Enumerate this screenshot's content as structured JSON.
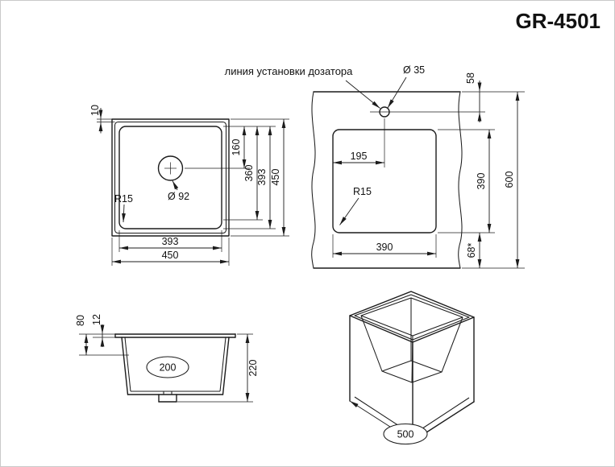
{
  "title": "GR-4501",
  "plan_view": {
    "dim_rim": "10",
    "dim_drain_from_top": "160",
    "dim_360": "360",
    "dim_bowl_height": "393",
    "dim_overall_height": "450",
    "dim_bowl_width": "393",
    "dim_overall_width": "450",
    "corner_radius": "R15",
    "drain_diameter": "Ø 92"
  },
  "cutout_view": {
    "dispenser_label": "линия установки дозатора",
    "hole_diameter": "Ø 35",
    "dim_hole_from_top": "58",
    "dim_hole_from_left": "195",
    "corner_radius": "R15",
    "dim_cutout_width": "390",
    "dim_cutout_height": "390",
    "dim_panel_height": "600",
    "dim_bottom_clearance": "68*"
  },
  "section_view": {
    "dim_80": "80",
    "dim_12": "12",
    "dim_bowl_depth": "200",
    "dim_total_height": "220"
  },
  "iso_view": {
    "dim_cabinet_width": "500"
  }
}
